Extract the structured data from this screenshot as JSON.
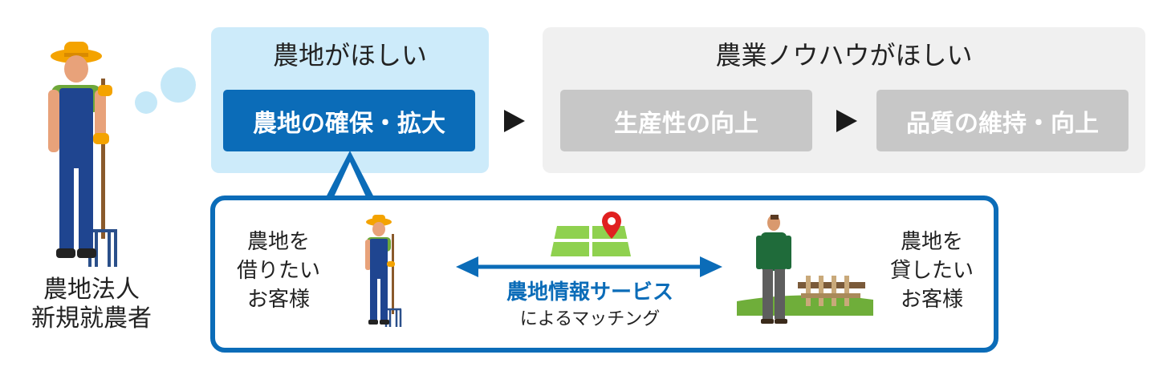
{
  "persona": {
    "label_line1": "農地法人",
    "label_line2": "新規就農者"
  },
  "want_land": {
    "title": "農地がほしい",
    "action": "農地の確保・拡大"
  },
  "want_knowhow": {
    "title": "農業ノウハウがほしい",
    "steps": [
      "生産性の向上",
      "品質の維持・向上"
    ]
  },
  "matching": {
    "borrower": [
      "農地を",
      "借りたい",
      "お客様"
    ],
    "lender": [
      "農地を",
      "貸したい",
      "お客様"
    ],
    "service_name": "農地情報サービス",
    "service_sub": "によるマッチング"
  },
  "colors": {
    "primary_blue": "#0b6cb8",
    "light_blue_panel": "#cdebfa",
    "gray_panel": "#f0f0f0",
    "gray_box": "#c7c7c7",
    "map_green": "#8fd14f",
    "pin_red": "#e02020"
  }
}
